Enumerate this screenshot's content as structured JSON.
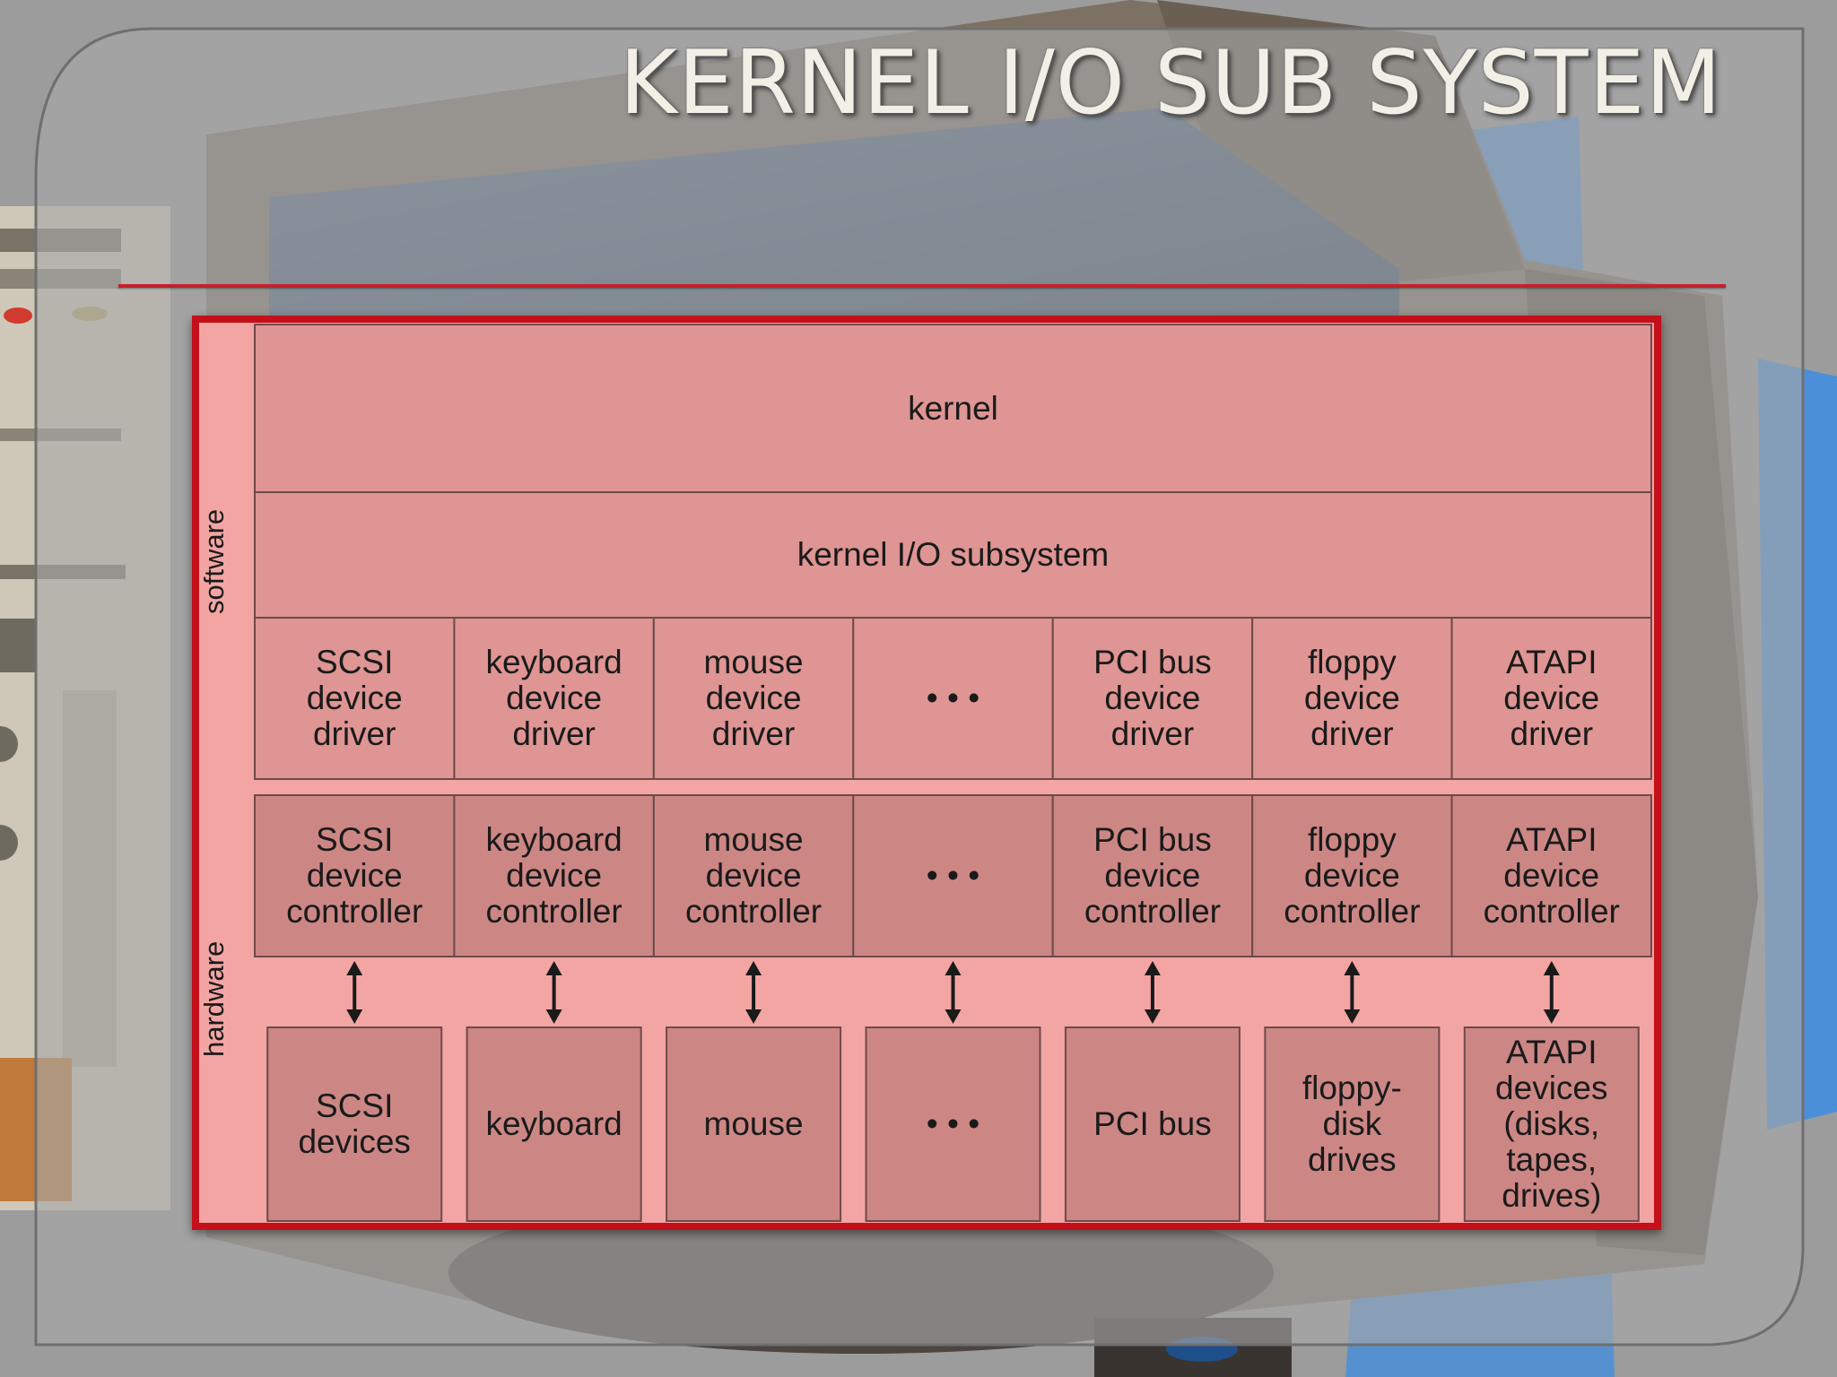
{
  "slide": {
    "title": "KERNEL I/O SUB SYSTEM"
  },
  "diagram": {
    "side_labels": {
      "software": "software",
      "hardware": "hardware"
    },
    "kernel": "kernel",
    "subsystem": "kernel I/O subsystem",
    "drivers": [
      "SCSI\ndevice\ndriver",
      "keyboard\ndevice\ndriver",
      "mouse\ndevice\ndriver",
      "• • •",
      "PCI bus\ndevice\ndriver",
      "floppy\ndevice\ndriver",
      "ATAPI\ndevice\ndriver"
    ],
    "controllers": [
      "SCSI\ndevice\ncontroller",
      "keyboard\ndevice\ncontroller",
      "mouse\ndevice\ncontroller",
      "• • •",
      "PCI bus\ndevice\ncontroller",
      "floppy\ndevice\ncontroller",
      "ATAPI\ndevice\ncontroller"
    ],
    "devices": [
      "SCSI\ndevices",
      "keyboard",
      "mouse",
      "• • •",
      "PCI bus",
      "floppy-\ndisk\ndrives",
      "ATAPI\ndevices\n(disks,\ntapes,\ndrives)"
    ]
  },
  "colors": {
    "frame_border": "#c4101a",
    "title_rule": "#c6202b",
    "panel_background": "#f3a5a3",
    "software_block": "#de9593",
    "hardware_block": "#cc8785"
  }
}
